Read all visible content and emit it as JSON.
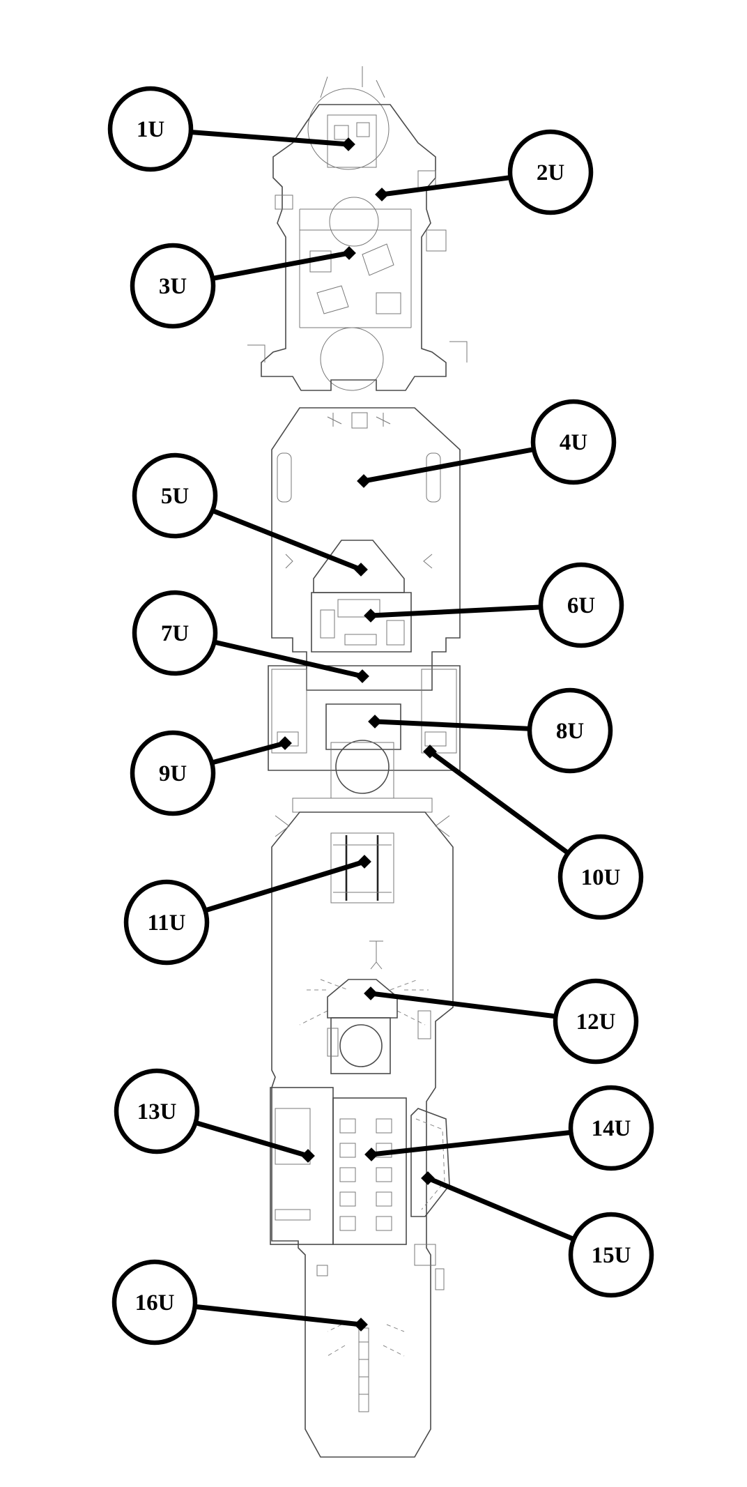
{
  "diagram": {
    "callouts": [
      {
        "id": "1U",
        "label": "1U"
      },
      {
        "id": "2U",
        "label": "2U"
      },
      {
        "id": "3U",
        "label": "3U"
      },
      {
        "id": "4U",
        "label": "4U"
      },
      {
        "id": "5U",
        "label": "5U"
      },
      {
        "id": "6U",
        "label": "6U"
      },
      {
        "id": "7U",
        "label": "7U"
      },
      {
        "id": "8U",
        "label": "8U"
      },
      {
        "id": "9U",
        "label": "9U"
      },
      {
        "id": "10U",
        "label": "10U"
      },
      {
        "id": "11U",
        "label": "11U"
      },
      {
        "id": "12U",
        "label": "12U"
      },
      {
        "id": "13U",
        "label": "13U"
      },
      {
        "id": "14U",
        "label": "14U"
      },
      {
        "id": "15U",
        "label": "15U"
      },
      {
        "id": "16U",
        "label": "16U"
      }
    ]
  },
  "colors": {
    "background": "#ffffff",
    "callout": "#000000",
    "drawing": "#4a4a4a"
  }
}
